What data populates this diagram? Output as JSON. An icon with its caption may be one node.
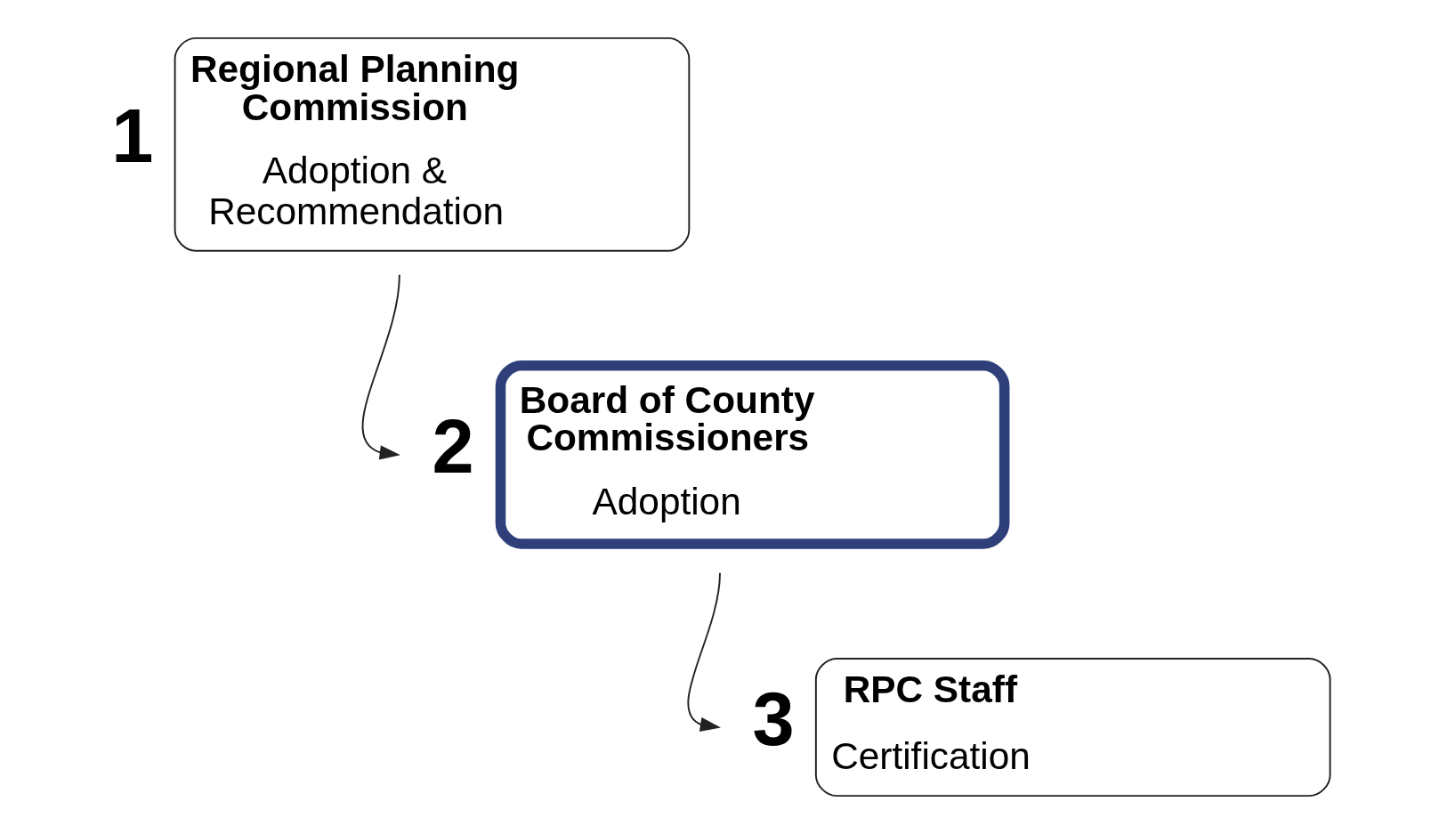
{
  "diagram": {
    "nodes": [
      {
        "text": [
          "Regional Planning Commission",
          "Adoption & Recommendation"
        ],
        "beside": [
          "1"
        ]
      },
      {
        "text": [
          "Board of County Commissioners",
          "Adoption"
        ],
        "beside": [
          "2"
        ]
      },
      {
        "text": [
          "RPC Staff",
          "Certification"
        ],
        "beside": [
          "3"
        ]
      }
    ],
    "edges": [
      {
        "from": 0,
        "to": 1,
        "arrow": "to"
      },
      {
        "from": 1,
        "to": 2,
        "arrow": "to"
      }
    ]
  }
}
